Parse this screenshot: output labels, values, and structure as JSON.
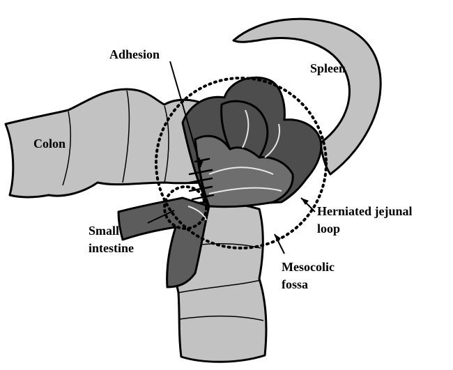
{
  "labels": {
    "adhesion": "Adhesion",
    "spleen": "Spleen",
    "colon": "Colon",
    "small_intestine_line1": "Small",
    "small_intestine_line2": "intestine",
    "herniated_line1": "Herniated jejunal",
    "herniated_line2": "loop",
    "mesocolic_line1": "Mesocolic",
    "mesocolic_line2": "fossa"
  },
  "colors": {
    "organ_fill": "#c2c2c2",
    "jejunum_fill": "#4d4d4d",
    "jejunum_fill_light": "#6e6e6e",
    "small_intestine_fill": "#5c5c5c",
    "outline": "#000000",
    "background": "#ffffff"
  }
}
